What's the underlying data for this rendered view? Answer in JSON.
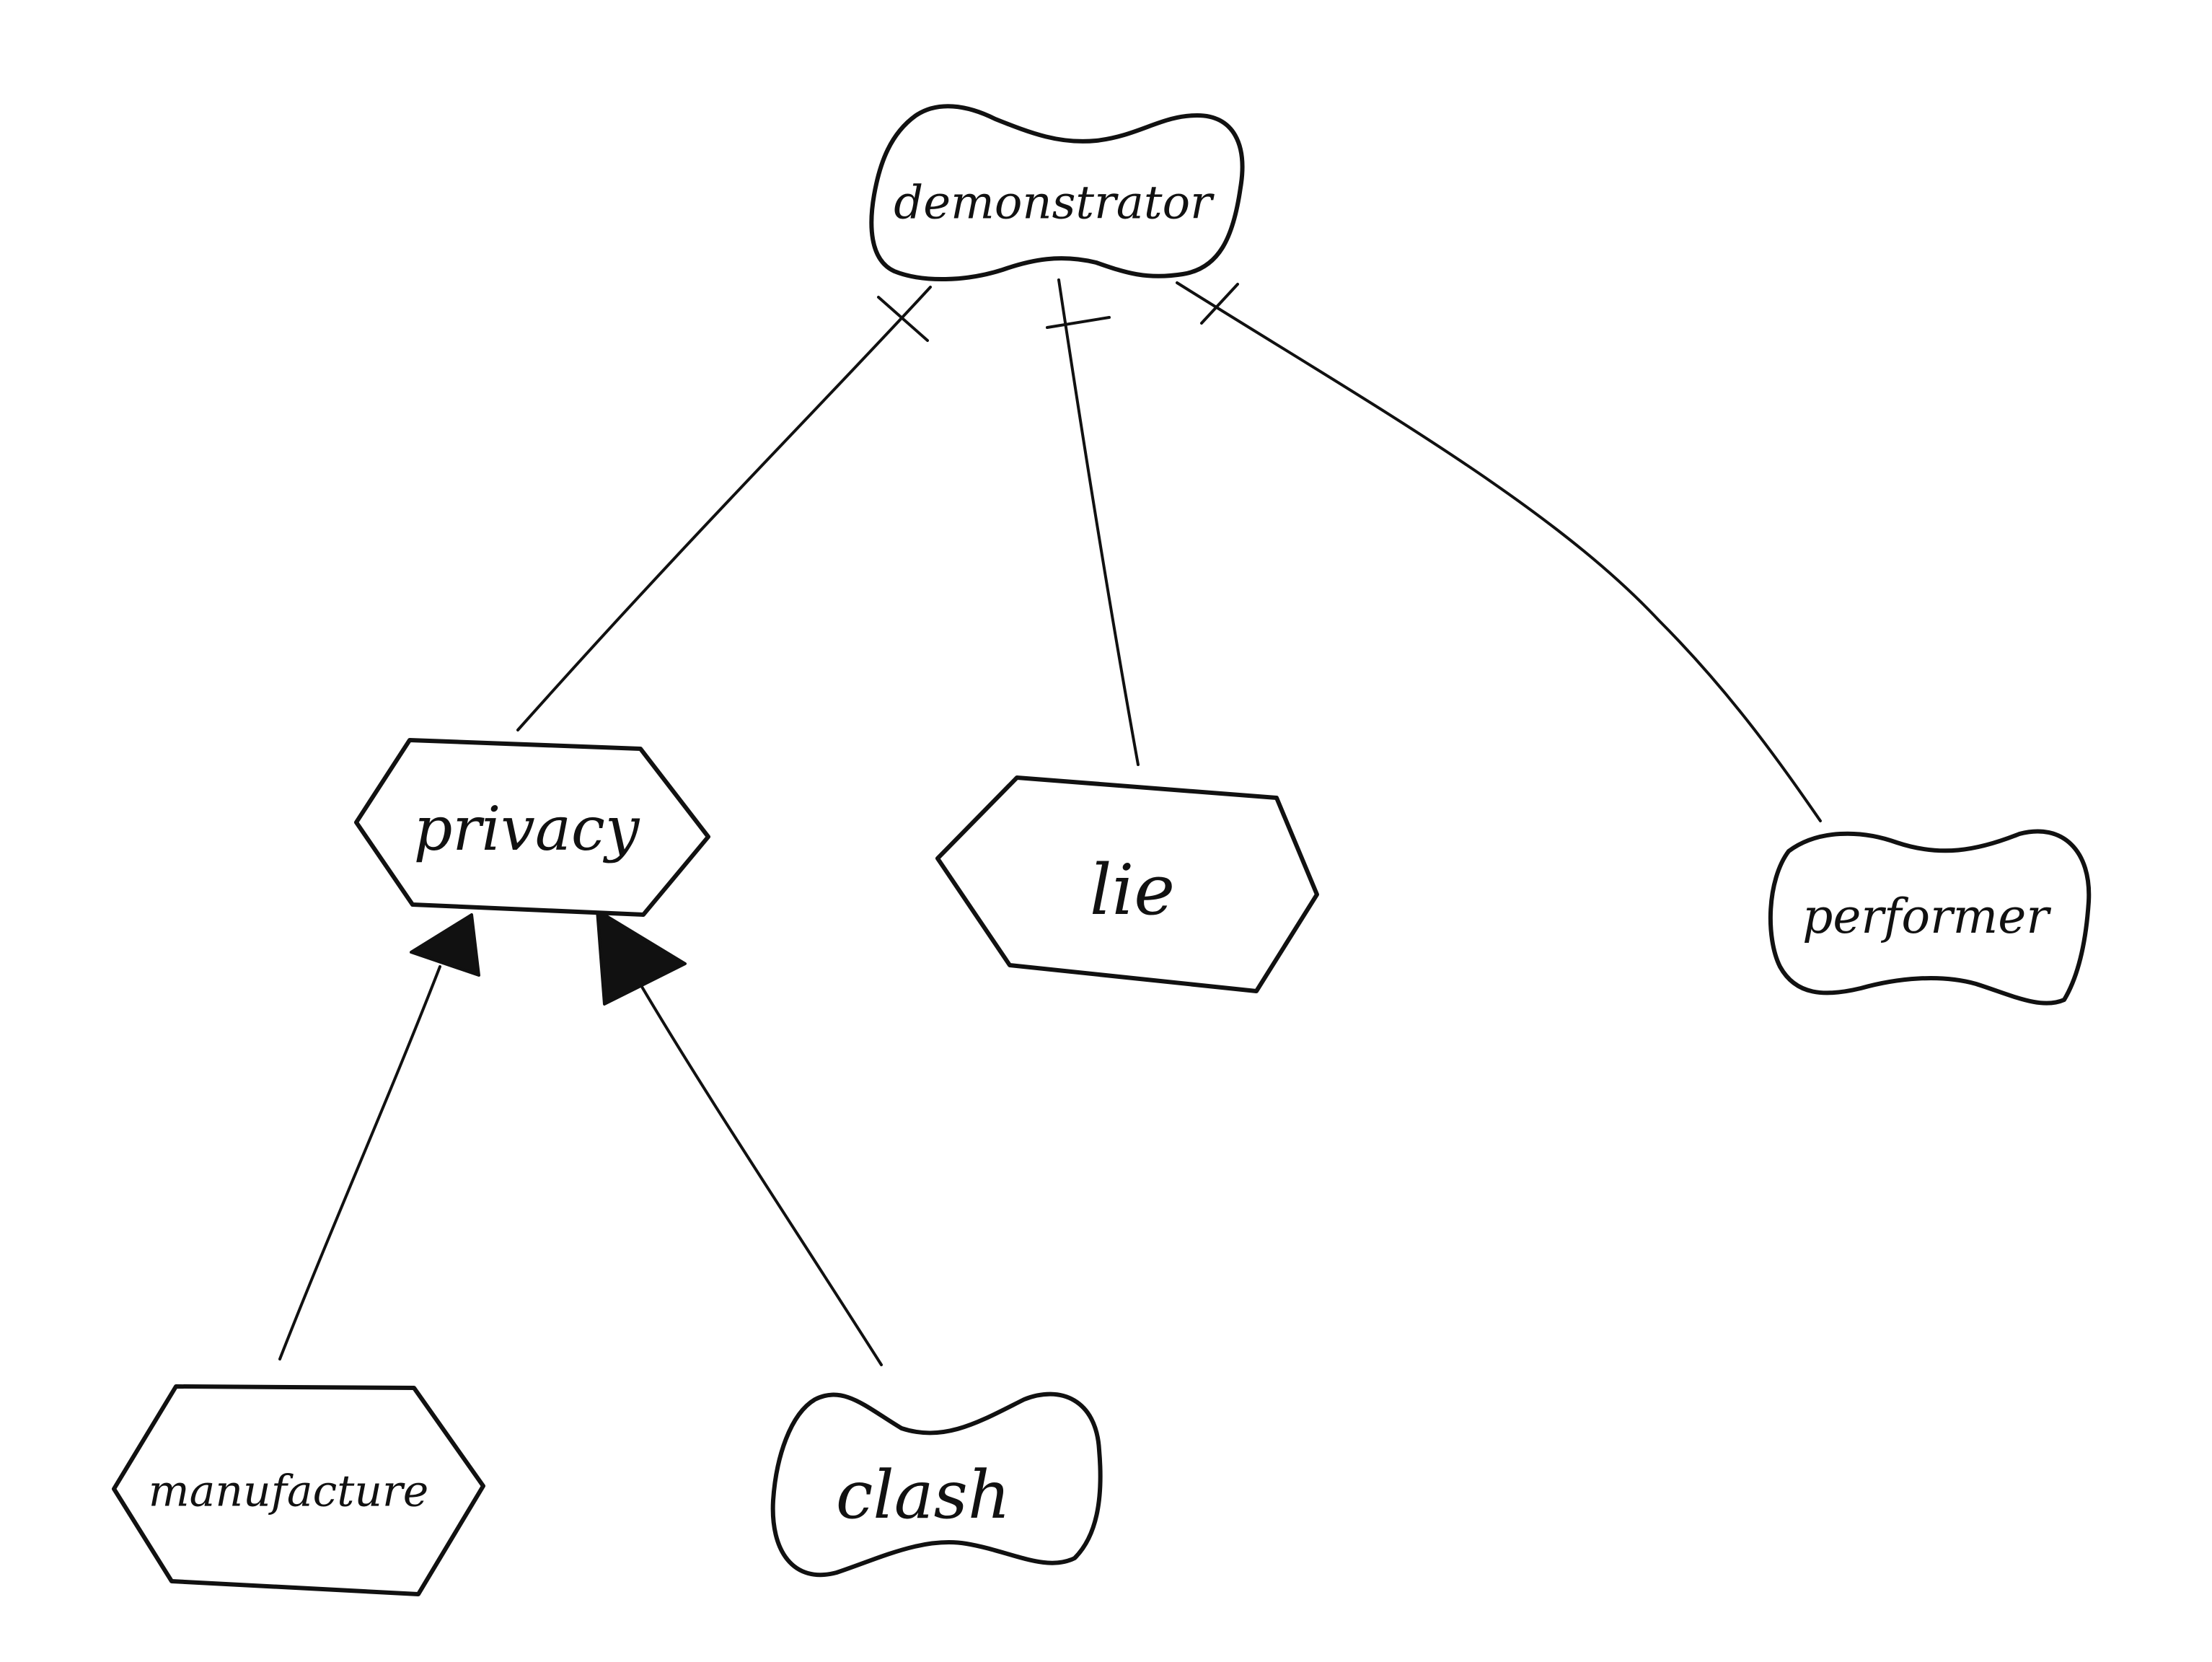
{
  "nodes": {
    "demonstrator": {
      "label": "demonstrator",
      "shape": "cloud"
    },
    "privacy": {
      "label": "privacy",
      "shape": "hexagon"
    },
    "lie": {
      "label": "lie",
      "shape": "hexagon"
    },
    "performer": {
      "label": "performer",
      "shape": "cloud"
    },
    "manufacture": {
      "label": "manufacture",
      "shape": "hexagon"
    },
    "clash": {
      "label": "clash",
      "shape": "cloud"
    }
  },
  "edges": [
    {
      "from": "demonstrator",
      "to": "privacy",
      "source_marker": "cross-tick",
      "target_marker": "none"
    },
    {
      "from": "demonstrator",
      "to": "lie",
      "source_marker": "cross-tick",
      "target_marker": "none"
    },
    {
      "from": "demonstrator",
      "to": "performer",
      "source_marker": "cross-tick",
      "target_marker": "none"
    },
    {
      "from": "manufacture",
      "to": "privacy",
      "source_marker": "none",
      "target_marker": "filled-triangle"
    },
    {
      "from": "clash",
      "to": "privacy",
      "source_marker": "none",
      "target_marker": "filled-triangle"
    }
  ],
  "colors": {
    "stroke": "#111111",
    "background": "#ffffff"
  }
}
